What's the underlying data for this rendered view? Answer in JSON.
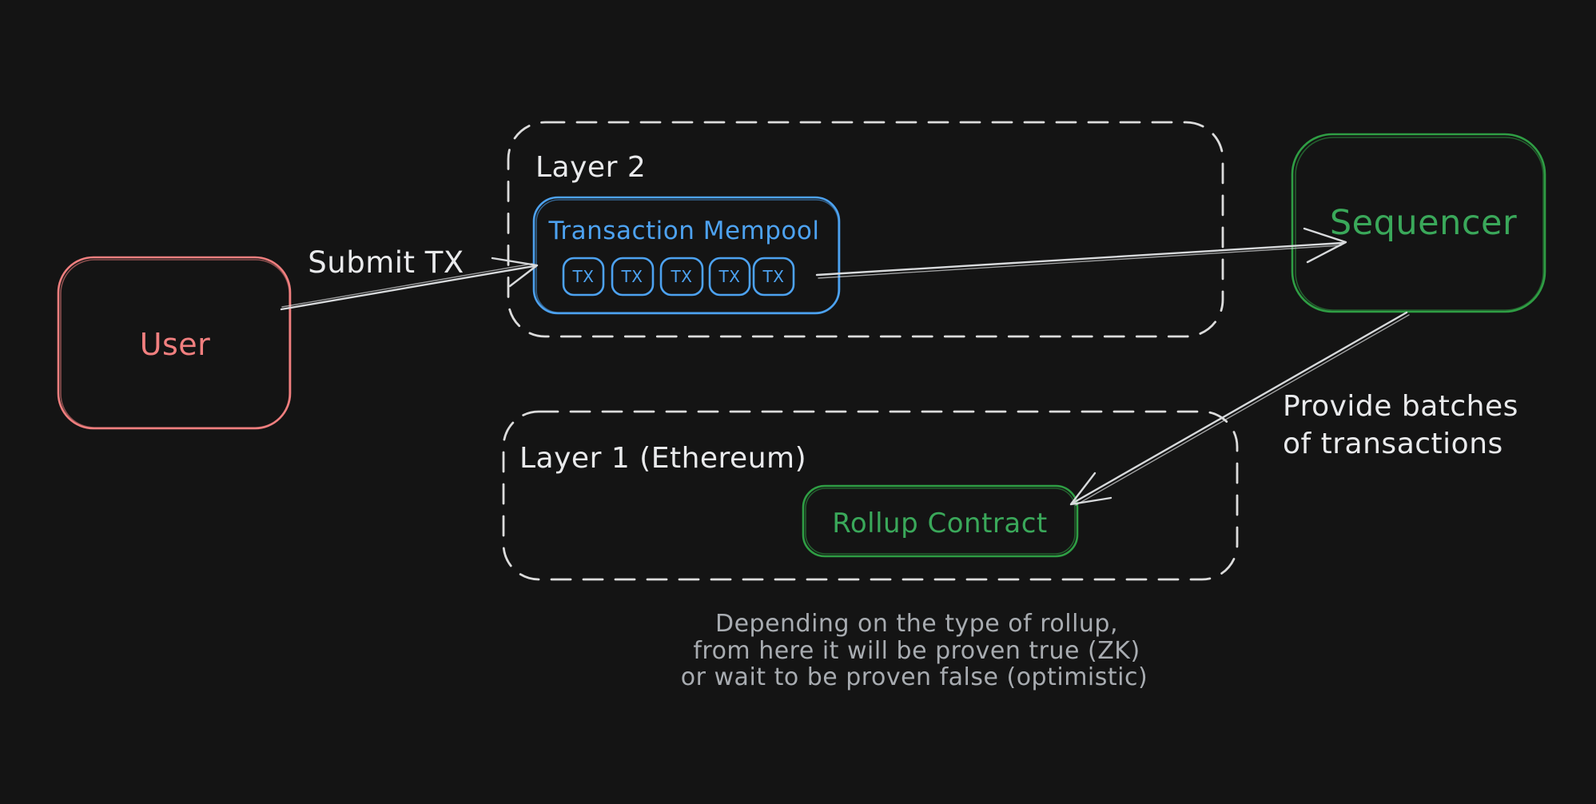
{
  "diagram": {
    "title_implied": "L2 rollup transaction flow",
    "palette": {
      "background": "#141414",
      "red": "#f17f7f",
      "blue": "#4da2f0",
      "green_stroke": "#2f9e44",
      "green_text": "#3aa85a",
      "white_stroke": "#dcdcdc",
      "white_text": "#e9eaec",
      "muted_text": "#a8acb1"
    },
    "nodes": {
      "user": {
        "label": "User"
      },
      "layer2": {
        "label": "Layer 2"
      },
      "mempool": {
        "label": "Transaction Mempool",
        "tx_items": [
          "TX",
          "TX",
          "TX",
          "TX",
          "TX"
        ]
      },
      "sequencer": {
        "label": "Sequencer"
      },
      "layer1": {
        "label": "Layer 1 (Ethereum)"
      },
      "rollup_contract": {
        "label": "Rollup Contract"
      }
    },
    "edges": {
      "submit_tx": {
        "label": "Submit TX"
      },
      "mempool_to_sequencer": {
        "label": ""
      },
      "provide_batches": {
        "label_line1": "Provide batches",
        "label_line2": "of transactions"
      }
    },
    "caption": {
      "line1": "Depending on the type of rollup,",
      "line2": "from here it will be proven true (ZK)",
      "line3": "or wait to be proven false (optimistic)"
    }
  }
}
